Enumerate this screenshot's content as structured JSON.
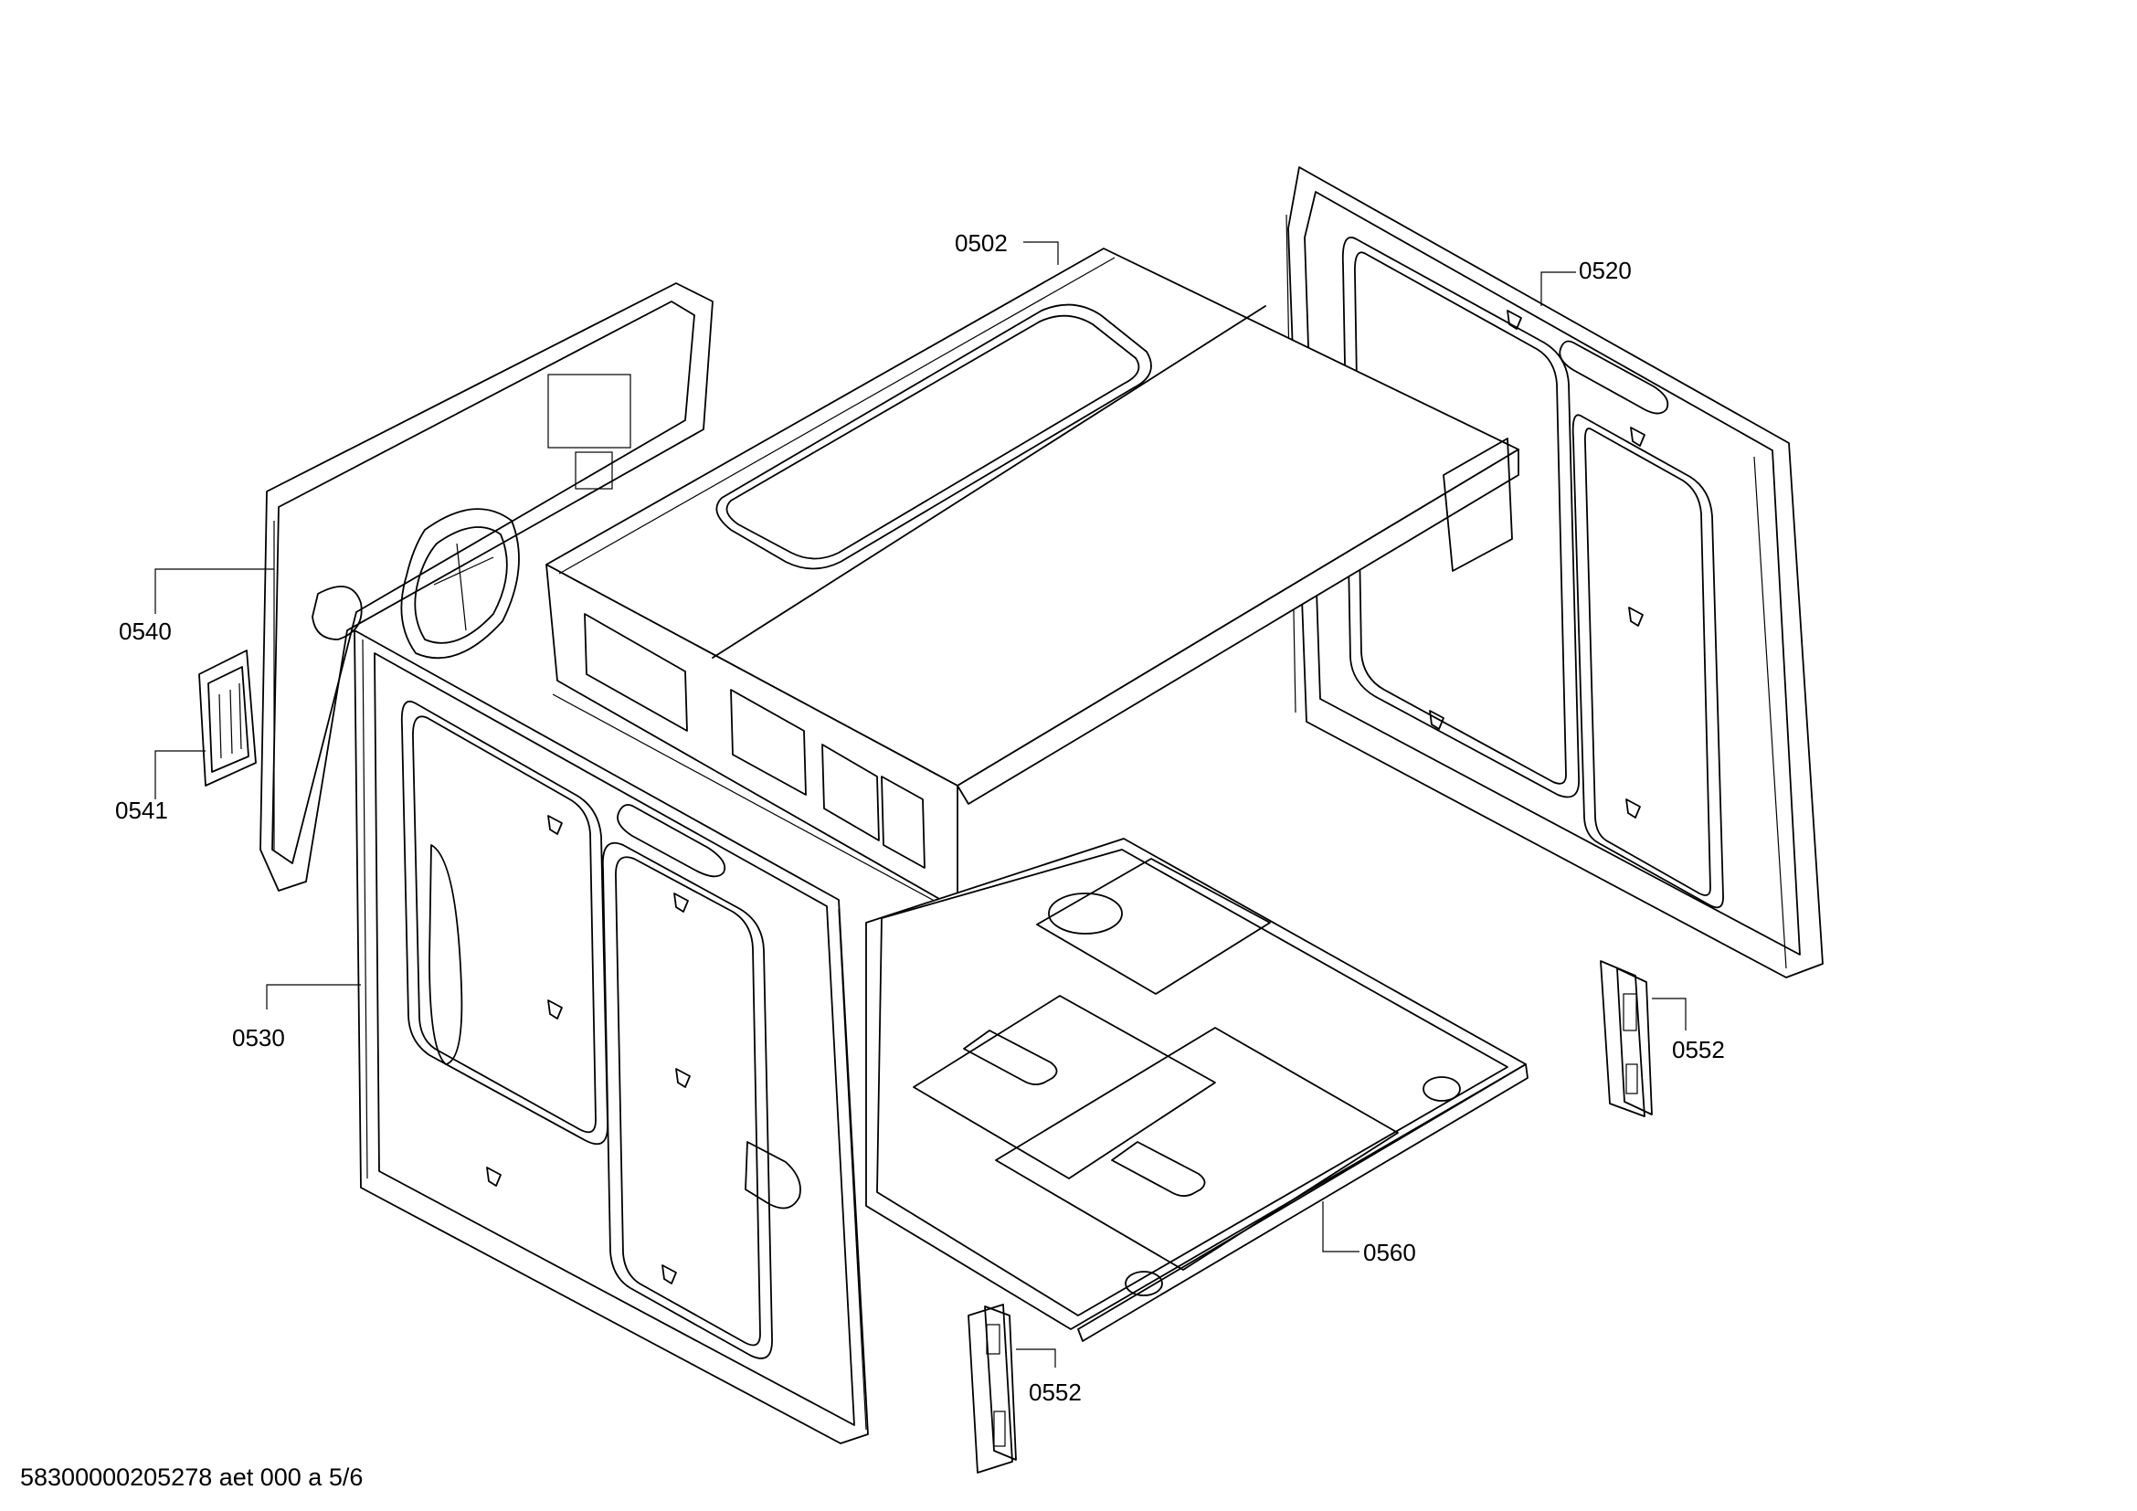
{
  "parts": [
    {
      "id": "p0502",
      "label": "0502"
    },
    {
      "id": "p0520",
      "label": "0520"
    },
    {
      "id": "p0540",
      "label": "0540"
    },
    {
      "id": "p0541",
      "label": "0541"
    },
    {
      "id": "p0530",
      "label": "0530"
    },
    {
      "id": "p0552a",
      "label": "0552"
    },
    {
      "id": "p0552b",
      "label": "0552"
    },
    {
      "id": "p0560",
      "label": "0560"
    }
  ],
  "footer": "58300000205278 aet 000 a 5/6"
}
